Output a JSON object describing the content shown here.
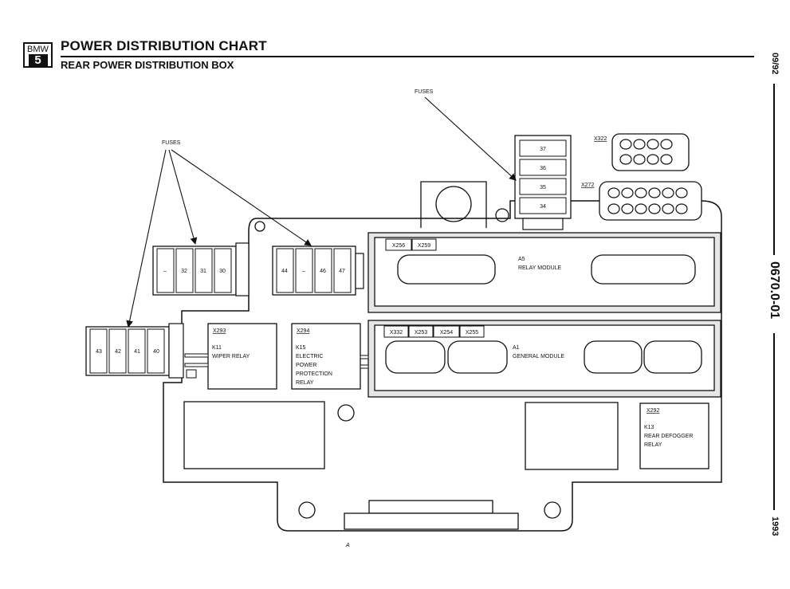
{
  "header": {
    "logo_brand": "BMW",
    "logo_series": "5",
    "title": "POWER DISTRIBUTION CHART",
    "subtitle": "REAR POWER DISTRIBUTION BOX"
  },
  "margin": {
    "date": "09/92",
    "code": "0670.0-01",
    "year": "1993"
  },
  "callouts": {
    "fuses_top": "FUSES",
    "fuses_left": "FUSES"
  },
  "fuse_stack_top": [
    "37",
    "36",
    "35",
    "34"
  ],
  "fuse_block_a": [
    "–",
    "32",
    "31",
    "30"
  ],
  "fuse_block_b": [
    "44",
    "–",
    "46",
    "47"
  ],
  "fuse_block_c": [
    "43",
    "42",
    "41",
    "40"
  ],
  "connectors": {
    "x322": "X322",
    "x272": "X272"
  },
  "relay_module": {
    "tags": [
      "X256",
      "X259"
    ],
    "id": "A5",
    "name": "RELAY MODULE"
  },
  "general_module": {
    "tags": [
      "X332",
      "X253",
      "X254",
      "X255"
    ],
    "id": "A1",
    "name": "GENERAL MODULE"
  },
  "relays": {
    "wiper": {
      "tag": "X293",
      "id": "K11",
      "lines": [
        "WIPER RELAY"
      ]
    },
    "epp": {
      "tag": "X294",
      "id": "K15",
      "lines": [
        "ELECTRIC",
        "POWER",
        "PROTECTION",
        "RELAY"
      ]
    },
    "defogger": {
      "tag": "X292",
      "id": "K13",
      "lines": [
        "REAR DEFOGGER",
        "RELAY"
      ]
    }
  },
  "footnote": "A"
}
